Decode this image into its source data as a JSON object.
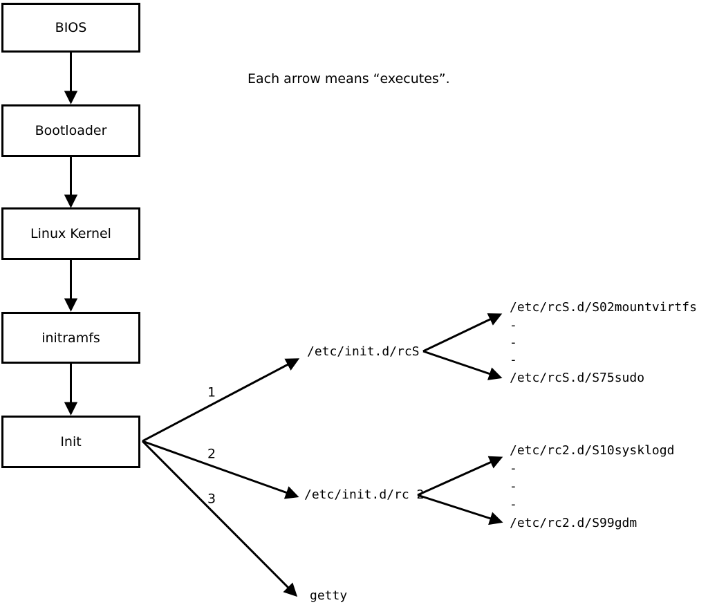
{
  "note": "Each arrow means “executes”.",
  "chain": [
    {
      "label": "BIOS"
    },
    {
      "label": "Bootloader"
    },
    {
      "label": "Linux Kernel"
    },
    {
      "label": "initramfs"
    },
    {
      "label": "Init"
    }
  ],
  "init_targets": [
    {
      "order": "1",
      "label": "/etc/init.d/rcS"
    },
    {
      "order": "2",
      "label": "/etc/init.d/rc 2"
    },
    {
      "order": "3",
      "label": "getty"
    }
  ],
  "rcS_children": [
    "/etc/rcS.d/S02mountvirtfs",
    "-",
    "-",
    "-",
    "/etc/rcS.d/S75sudo"
  ],
  "rc2_children": [
    "/etc/rc2.d/S10sysklogd",
    "-",
    "-",
    "-",
    "/etc/rc2.d/S99gdm"
  ],
  "colors": {
    "line": "#000000",
    "background": "#ffffff"
  }
}
